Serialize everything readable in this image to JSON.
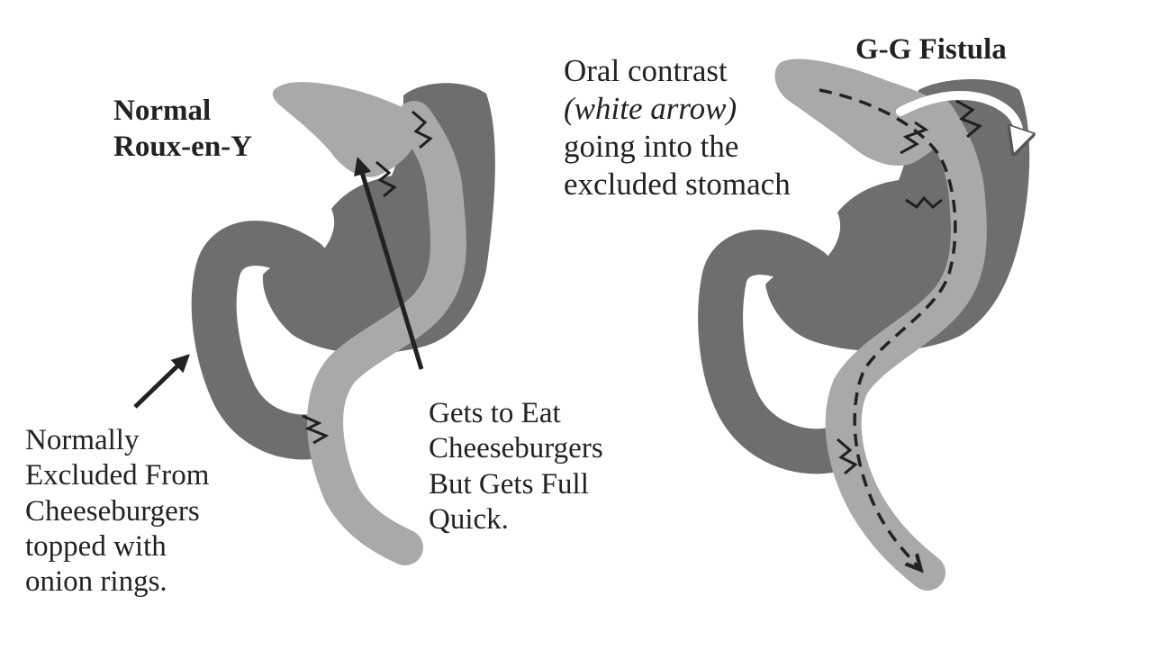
{
  "labels": {
    "normal_title": [
      "Normal",
      "Roux-en-Y"
    ],
    "fistula_title": "G-G Fistula",
    "contrast_note": {
      "line1": "Oral contrast",
      "line2_italic": "(white arrow)",
      "line3": "going into the",
      "line4": "excluded stomach"
    },
    "excluded_note": [
      "Normally",
      "Excluded From",
      "Cheeseburgers",
      "topped with",
      "onion rings."
    ],
    "eat_note": [
      "Gets to Eat",
      "Cheeseburgers",
      "But Gets Full",
      "Quick."
    ]
  },
  "colors": {
    "excluded_stomach": "#6e6e6e",
    "limb": "#a9a9a9",
    "arrow_dark": "#222222",
    "arrow_white": "#ffffff",
    "text": "#222222"
  },
  "icons": [
    "arrow-up-icon",
    "arrow-diagonal-icon",
    "dashed-arrow-icon",
    "white-arrow-icon",
    "staple-line-icon"
  ]
}
